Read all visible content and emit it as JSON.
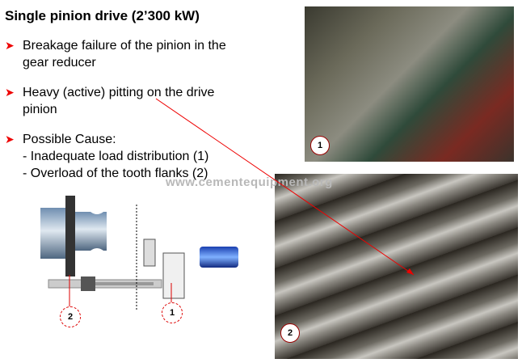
{
  "title": "Single pinion drive (2’300 kW)",
  "bullets": [
    {
      "lines": [
        "Breakage failure of the pinion in the",
        "gear reducer"
      ]
    },
    {
      "lines": [
        "Heavy (active) pitting on the drive",
        "pinion"
      ]
    },
    {
      "lines": [
        "Possible Cause:",
        "- Inadequate load distribution (1)",
        "- Overload of the tooth flanks (2)"
      ]
    }
  ],
  "bullet_icon": "arrowhead-icon",
  "watermark": "www.cementequipment.org",
  "photo_labels": [
    "1",
    "2"
  ],
  "diagram_labels": [
    "2",
    "1"
  ],
  "colors": {
    "accent": "#e00000"
  }
}
